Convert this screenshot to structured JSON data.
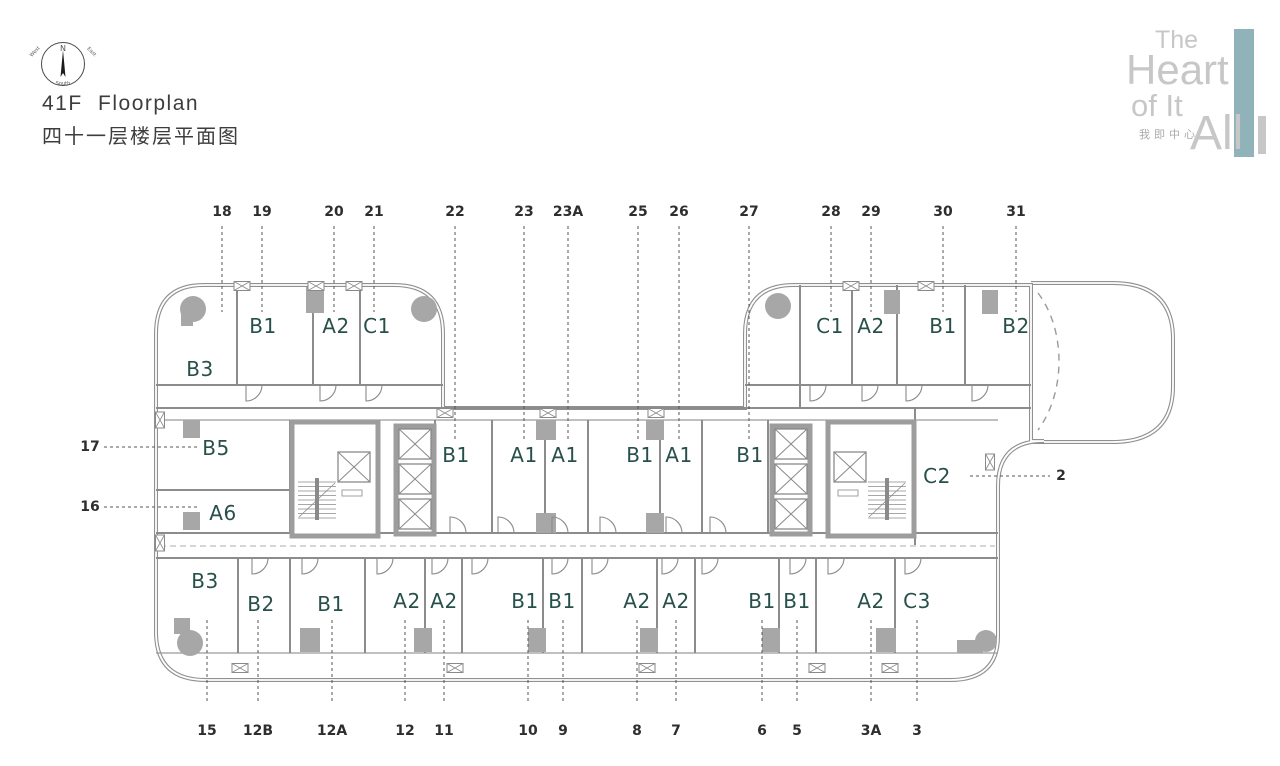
{
  "header": {
    "title_en": "41F Floorplan",
    "title_zh": "四十一层楼层平面图"
  },
  "compass": {
    "n": "N",
    "w": "West",
    "e": "East",
    "s": "South"
  },
  "logo": {
    "line1": "The",
    "line2": "Heart",
    "line3": "of It",
    "line4": "All",
    "tagline": "我即中心",
    "accent_color": "#8fb3b8"
  },
  "plan": {
    "units": {
      "top_left": [
        "B3",
        "B1",
        "A2",
        "C1"
      ],
      "top_right": [
        "C1",
        "A2",
        "B1",
        "B2"
      ],
      "mid_left": [
        "B5",
        "A6"
      ],
      "mid": [
        "B1",
        "A1",
        "A1",
        "B1",
        "A1",
        "B1"
      ],
      "mid_right": [
        "C2"
      ],
      "bottom": [
        "B3",
        "B2",
        "B1",
        "A2",
        "A2",
        "B1",
        "B1",
        "A2",
        "A2",
        "B1",
        "B1",
        "A2",
        "C3"
      ]
    },
    "callouts": {
      "top": [
        "18",
        "19",
        "20",
        "21",
        "22",
        "23",
        "23A",
        "25",
        "26",
        "27",
        "28",
        "29",
        "30",
        "31"
      ],
      "bottom": [
        "15",
        "12B",
        "12A",
        "12",
        "11",
        "10",
        "9",
        "8",
        "7",
        "6",
        "5",
        "3A",
        "3"
      ],
      "left": [
        "17",
        "16"
      ],
      "right": [
        "2"
      ]
    },
    "colors": {
      "unit_label": "#27504a",
      "wall": "#8c8c8c",
      "fill": "#a7a7a7"
    }
  }
}
